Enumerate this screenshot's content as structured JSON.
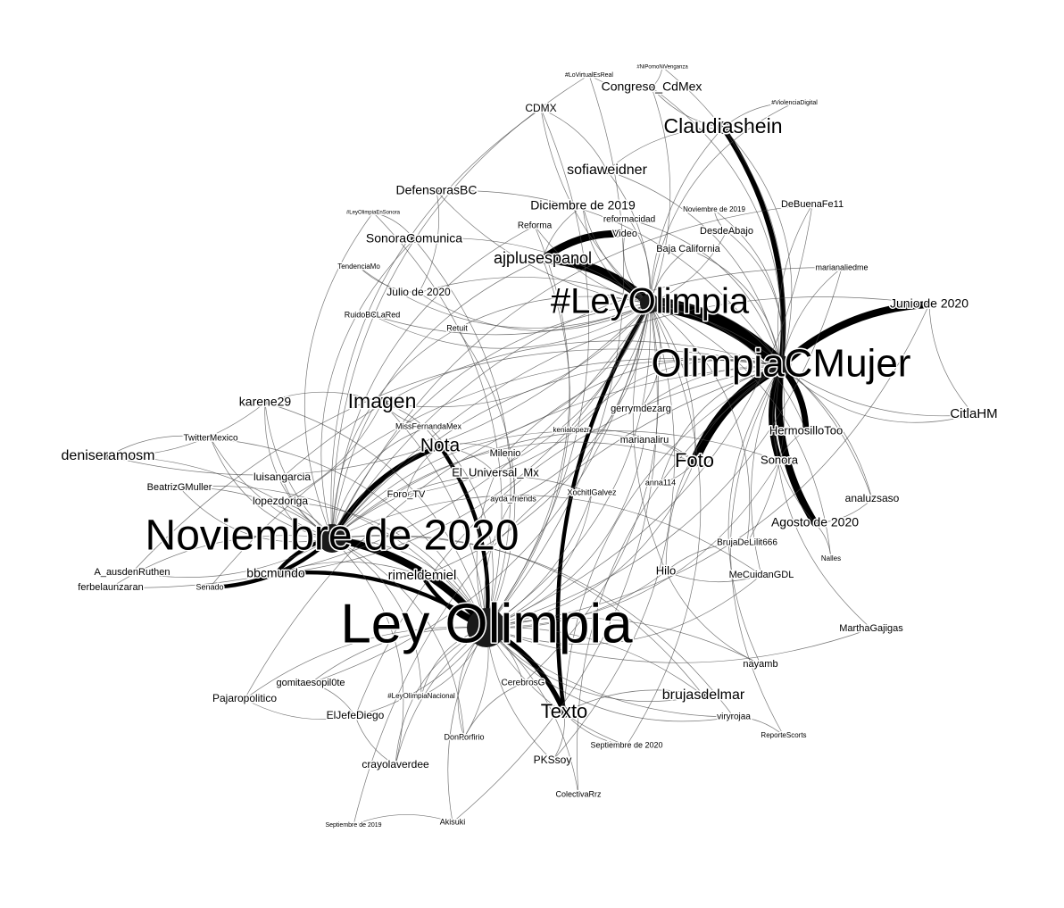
{
  "graph": {
    "nodes": [
      {
        "id": "ley_olimpia",
        "label": "Ley Olimpia",
        "size": 62,
        "r": 22
      },
      {
        "id": "noviembre_2020",
        "label": "Noviembre de 2020",
        "size": 48,
        "r": 16
      },
      {
        "id": "olimpiac",
        "label": "OlimpiaCMujer",
        "size": 44,
        "r": 12
      },
      {
        "id": "hash_ley",
        "label": "#LeyOlimpia",
        "size": 40,
        "r": 11
      },
      {
        "id": "claudia",
        "label": "Claudiashein",
        "size": 23,
        "r": 7
      },
      {
        "id": "imagen",
        "label": "Imagen",
        "size": 23,
        "r": 6
      },
      {
        "id": "foto",
        "label": "Foto",
        "size": 22,
        "r": 6
      },
      {
        "id": "texto",
        "label": "Texto",
        "size": 22,
        "r": 6
      },
      {
        "id": "nota",
        "label": "Nota",
        "size": 21,
        "r": 5
      },
      {
        "id": "ajplus",
        "label": "ajplusespanol",
        "size": 18,
        "r": 5
      },
      {
        "id": "sofia",
        "label": "sofiaweidner",
        "size": 16,
        "r": 4
      },
      {
        "id": "deniseramosm",
        "label": "deniseramosm",
        "size": 16,
        "r": 4
      },
      {
        "id": "brujasdelmar",
        "label": "brujasdelmar",
        "size": 16,
        "r": 4
      },
      {
        "id": "citlahm",
        "label": "CitlaHM",
        "size": 15,
        "r": 4
      },
      {
        "id": "rimeldemiel",
        "label": "rimeldemiel",
        "size": 15,
        "r": 4
      },
      {
        "id": "junio2020",
        "label": "Junio de 2020",
        "size": 14,
        "r": 4
      },
      {
        "id": "congreso",
        "label": "Congreso_CdMex",
        "size": 14,
        "r": 4
      },
      {
        "id": "bbcmundo",
        "label": "bbcmundo",
        "size": 14,
        "r": 4
      },
      {
        "id": "karene29",
        "label": "karene29",
        "size": 14,
        "r": 3
      },
      {
        "id": "agosto2020",
        "label": "Agosto de 2020",
        "size": 14,
        "r": 4
      },
      {
        "id": "diciembre2019",
        "label": "Diciembre de 2019",
        "size": 14,
        "r": 4
      },
      {
        "id": "sonoracomunica",
        "label": "SonoraComunica",
        "size": 14,
        "r": 4
      },
      {
        "id": "defensorasbc",
        "label": "DefensorasBC",
        "size": 14,
        "r": 3
      },
      {
        "id": "hermosillotoo",
        "label": "HermosilloToo",
        "size": 13,
        "r": 3
      },
      {
        "id": "sonora",
        "label": "Sonora",
        "size": 13,
        "r": 3
      },
      {
        "id": "hilo",
        "label": "Hilo",
        "size": 13,
        "r": 3
      },
      {
        "id": "el_universal",
        "label": "El_Universal_Mx",
        "size": 13,
        "r": 3
      },
      {
        "id": "lopezdoriga",
        "label": "lopezdoriga",
        "size": 12,
        "r": 3
      },
      {
        "id": "luisangarcia",
        "label": "luisangarcia",
        "size": 12,
        "r": 3
      },
      {
        "id": "julio2020",
        "label": "Julio de 2020",
        "size": 12,
        "r": 3
      },
      {
        "id": "cdmx",
        "label": "CDMX",
        "size": 12,
        "r": 3
      },
      {
        "id": "pajaropolitico",
        "label": "Pajaropolitico",
        "size": 12,
        "r": 3
      },
      {
        "id": "pkssoy",
        "label": "PKSsoy",
        "size": 12,
        "r": 3
      },
      {
        "id": "crayolaverdee",
        "label": "crayolaverdee",
        "size": 12,
        "r": 3
      },
      {
        "id": "eljefediego",
        "label": "ElJefeDiego",
        "size": 12,
        "r": 3
      },
      {
        "id": "analuzsaso",
        "label": "analuzsaso",
        "size": 12,
        "r": 3
      },
      {
        "id": "debuenafe",
        "label": "DeBuenaFe11",
        "size": 11,
        "r": 3
      },
      {
        "id": "desdeabajo",
        "label": "DesdeAbajo",
        "size": 11,
        "r": 3
      },
      {
        "id": "gerrymdezarg",
        "label": "gerrymdezarg",
        "size": 11,
        "r": 3
      },
      {
        "id": "mecuidangdl",
        "label": "MeCuidanGDL",
        "size": 11,
        "r": 3
      },
      {
        "id": "marthagajigas",
        "label": "MarthaGajigas",
        "size": 11,
        "r": 3
      },
      {
        "id": "gomitaesopil",
        "label": "gomitaesopil0te",
        "size": 11,
        "r": 3
      },
      {
        "id": "beatrizgmuller",
        "label": "BeatrizGMuller",
        "size": 11,
        "r": 3
      },
      {
        "id": "a_ausden",
        "label": "A_ausdenRuthen",
        "size": 11,
        "r": 3
      },
      {
        "id": "ferbelaunzaran",
        "label": "ferbelaunzaran",
        "size": 11,
        "r": 3
      },
      {
        "id": "twittermexico",
        "label": "TwitterMexico",
        "size": 10,
        "r": 3
      },
      {
        "id": "milenio",
        "label": "Milenio",
        "size": 11,
        "r": 3
      },
      {
        "id": "foro_tv",
        "label": "Foro_TV",
        "size": 11,
        "r": 3
      },
      {
        "id": "marianaliru",
        "label": "marianaliru",
        "size": 11,
        "r": 3
      },
      {
        "id": "baja_california",
        "label": "Baja California",
        "size": 11,
        "r": 3
      },
      {
        "id": "video",
        "label": "Video",
        "size": 11,
        "r": 3
      },
      {
        "id": "reforma",
        "label": "Reforma",
        "size": 10,
        "r": 3
      },
      {
        "id": "reformacdad",
        "label": "reformacidad",
        "size": 10,
        "r": 2
      },
      {
        "id": "cerebrosg",
        "label": "CerebrosG",
        "size": 10,
        "r": 3
      },
      {
        "id": "viryrojaa",
        "label": "viryrojaa",
        "size": 10,
        "r": 3
      },
      {
        "id": "nayamb",
        "label": "nayamb",
        "size": 11,
        "r": 3
      },
      {
        "id": "brujadelilit",
        "label": "BrujaDeLilit666",
        "size": 10,
        "r": 3
      },
      {
        "id": "xochitl",
        "label": "XochitlGalvez",
        "size": 9,
        "r": 3
      },
      {
        "id": "anamaria114",
        "label": "anna114",
        "size": 9,
        "r": 3
      },
      {
        "id": "ruidobcla",
        "label": "RuidoBCLaRed",
        "size": 9,
        "r": 3
      },
      {
        "id": "retuit",
        "label": "Retuit",
        "size": 9,
        "r": 3
      },
      {
        "id": "senado",
        "label": "Senado",
        "size": 9,
        "r": 3
      },
      {
        "id": "septiembre2020",
        "label": "Septiembre de 2020",
        "size": 9,
        "r": 3
      },
      {
        "id": "donporfirio",
        "label": "DonPorfirio",
        "size": 9,
        "r": 3
      },
      {
        "id": "colectivarrz",
        "label": "ColectivaRrz",
        "size": 9,
        "r": 3
      },
      {
        "id": "akisuki",
        "label": "Akisuki",
        "size": 9,
        "r": 3
      },
      {
        "id": "missfernanda",
        "label": "MissFernandaMex",
        "size": 9,
        "r": 3
      },
      {
        "id": "kenialopez",
        "label": "kenialopezr",
        "size": 8,
        "r": 2
      },
      {
        "id": "aydafriends",
        "label": "ayda_friends",
        "size": 9,
        "r": 3
      },
      {
        "id": "marianaliedme",
        "label": "marianaliedme",
        "size": 9,
        "r": 3
      },
      {
        "id": "noviembre2019",
        "label": "Noviembre de 2019",
        "size": 8,
        "r": 2
      },
      {
        "id": "tendenciomo",
        "label": "TendenciaMo",
        "size": 8,
        "r": 2
      },
      {
        "id": "leyolimpianacional",
        "label": "#LeyOlimpiaNacional",
        "size": 8,
        "r": 2
      },
      {
        "id": "reporte",
        "label": "ReporteScorts",
        "size": 8,
        "r": 2
      },
      {
        "id": "nalles",
        "label": "Nalles",
        "size": 8,
        "r": 2
      },
      {
        "id": "leyolimpiasonora",
        "label": "#LeyOlimpiaEnSonora",
        "size": 6,
        "r": 2
      },
      {
        "id": "septiembre2019",
        "label": "Septiembre de 2019",
        "size": 7,
        "r": 2
      },
      {
        "id": "violenciadigital",
        "label": "#ViolenciaDigital",
        "size": 7,
        "r": 2
      },
      {
        "id": "lovirtualesreal",
        "label": "#LoVirtualEsReal",
        "size": 7,
        "r": 2
      },
      {
        "id": "nipornivenganza",
        "label": "#NiPornoNiVenganza",
        "size": 6,
        "r": 2
      }
    ],
    "edges": [
      [
        "ley_olimpia",
        "noviembre_2020",
        5
      ],
      [
        "ley_olimpia",
        "texto",
        3
      ],
      [
        "ley_olimpia",
        "nota",
        2
      ],
      [
        "ley_olimpia",
        "rimeldemiel",
        2
      ],
      [
        "ley_olimpia",
        "bbcmundo",
        2
      ],
      [
        "ley_olimpia",
        "cerebrosg",
        1
      ],
      [
        "ley_olimpia",
        "hilo",
        1
      ],
      [
        "ley_olimpia",
        "el_universal",
        1
      ],
      [
        "ley_olimpia",
        "gomitaesopil",
        1
      ],
      [
        "hash_ley",
        "olimpiac",
        14
      ],
      [
        "hash_ley",
        "ajplus",
        7
      ],
      [
        "ajplus",
        "video",
        5
      ],
      [
        "olimpiac",
        "foto",
        7
      ],
      [
        "olimpiac",
        "junio2020",
        5
      ],
      [
        "olimpiac",
        "agosto2020",
        5
      ],
      [
        "olimpiac",
        "hermosillotoo",
        4
      ],
      [
        "olimpiac",
        "sonora",
        4
      ],
      [
        "claudia",
        "olimpiac",
        3
      ],
      [
        "hash_ley",
        "texto",
        2
      ],
      [
        "noviembre_2020",
        "nota",
        3
      ],
      [
        "noviembre_2020",
        "bbcmundo",
        2
      ],
      [
        "noviembre_2020",
        "senado",
        2
      ],
      [
        "ley_olimpia",
        "imagen",
        1
      ],
      [
        "hash_ley",
        "foto",
        1
      ],
      [
        "hash_ley",
        "hilo",
        1
      ],
      [
        "hash_ley",
        "claudia",
        1
      ],
      [
        "hash_ley",
        "sofia",
        1
      ],
      [
        "hash_ley",
        "diciembre2019",
        1
      ],
      [
        "hash_ley",
        "congreso",
        1
      ],
      [
        "hash_ley",
        "cdmx",
        1
      ],
      [
        "hash_ley",
        "desdeabajo",
        1
      ],
      [
        "hash_ley",
        "baja_california",
        1
      ],
      [
        "hash_ley",
        "reformacdad",
        1
      ],
      [
        "olimpiac",
        "debuenafe",
        1
      ],
      [
        "olimpiac",
        "citlahm",
        1
      ],
      [
        "olimpiac",
        "marianaliedme",
        1
      ],
      [
        "olimpiac",
        "gerrymdezarg",
        1
      ],
      [
        "olimpiac",
        "analuzsaso",
        1
      ],
      [
        "olimpiac",
        "mecuidangdl",
        1
      ],
      [
        "olimpiac",
        "brujadelilit",
        1
      ],
      [
        "foto",
        "marianaliru",
        1
      ],
      [
        "foto",
        "anamaria114",
        1
      ],
      [
        "imagen",
        "karene29",
        1
      ],
      [
        "imagen",
        "nota",
        1
      ],
      [
        "imagen",
        "missfernanda",
        1
      ],
      [
        "nota",
        "milenio",
        1
      ],
      [
        "nota",
        "foro_tv",
        1
      ],
      [
        "nota",
        "el_universal",
        1
      ],
      [
        "noviembre_2020",
        "lopezdoriga",
        1
      ],
      [
        "noviembre_2020",
        "luisangarcia",
        1
      ],
      [
        "noviembre_2020",
        "beatrizgmuller",
        1
      ],
      [
        "noviembre_2020",
        "twittermexico",
        1
      ],
      [
        "noviembre_2020",
        "deniseramosm",
        1
      ],
      [
        "noviembre_2020",
        "a_ausden",
        1
      ],
      [
        "noviembre_2020",
        "ferbelaunzaran",
        1
      ],
      [
        "noviembre_2020",
        "karene29",
        1
      ],
      [
        "ley_olimpia",
        "pajaropolitico",
        1
      ],
      [
        "ley_olimpia",
        "eljefediego",
        1
      ],
      [
        "ley_olimpia",
        "crayolaverdee",
        1
      ],
      [
        "ley_olimpia",
        "donporfirio",
        1
      ],
      [
        "ley_olimpia",
        "pkssoy",
        1
      ],
      [
        "ley_olimpia",
        "colectivarrz",
        1
      ],
      [
        "ley_olimpia",
        "akisuki",
        1
      ],
      [
        "ley_olimpia",
        "brujasdelmar",
        1
      ],
      [
        "ley_olimpia",
        "viryrojaa",
        1
      ],
      [
        "ley_olimpia",
        "nayamb",
        1
      ],
      [
        "ley_olimpia",
        "septiembre2020",
        1
      ],
      [
        "ley_olimpia",
        "leyolimpianacional",
        1
      ],
      [
        "ley_olimpia",
        "xochitl",
        1
      ],
      [
        "ley_olimpia",
        "aydafriends",
        1
      ],
      [
        "ley_olimpia",
        "marthagajigas",
        1
      ],
      [
        "texto",
        "brujasdelmar",
        1
      ],
      [
        "texto",
        "septiembre2020",
        1
      ],
      [
        "texto",
        "pkssoy",
        1
      ],
      [
        "hilo",
        "mecuidangdl",
        1
      ],
      [
        "hilo",
        "brujadelilit",
        1
      ],
      [
        "hilo",
        "nayamb",
        1
      ],
      [
        "sonoracomunica",
        "hash_ley",
        1
      ],
      [
        "defensorasbc",
        "hash_ley",
        1
      ],
      [
        "julio2020",
        "hash_ley",
        1
      ],
      [
        "ruidobcla",
        "hash_ley",
        1
      ],
      [
        "retuit",
        "hash_ley",
        1
      ],
      [
        "reforma",
        "hash_ley",
        1
      ],
      [
        "sofia",
        "claudia",
        1
      ],
      [
        "congreso",
        "claudia",
        1
      ],
      [
        "cdmx",
        "sofia",
        1
      ],
      [
        "diciembre2019",
        "ajplus",
        1
      ],
      [
        "kenialopez",
        "foto",
        1
      ],
      [
        "hermosillotoo",
        "sonora",
        1
      ],
      [
        "agosto2020",
        "nalles",
        1
      ],
      [
        "agosto2020",
        "analuzsaso",
        1
      ],
      [
        "citlahm",
        "junio2020",
        1
      ],
      [
        "sonoracomunica",
        "leyolimpiasonora",
        1
      ],
      [
        "defensorasbc",
        "julio2020",
        1
      ],
      [
        "tendenciomo",
        "julio2020",
        1
      ],
      [
        "congreso",
        "lovirtualesreal",
        1
      ],
      [
        "congreso",
        "nipornivenganza",
        1
      ],
      [
        "claudia",
        "violenciadigital",
        1
      ],
      [
        "noviembre2019",
        "desdeabajo",
        1
      ],
      [
        "septiembre2019",
        "akisuki",
        1
      ],
      [
        "reporte",
        "viryrojaa",
        1
      ],
      [
        "karene29",
        "deniseramosm",
        1
      ],
      [
        "twittermexico",
        "deniseramosm",
        1
      ],
      [
        "imagen",
        "lopezdoriga",
        1
      ],
      [
        "rimeldemiel",
        "bbcmundo",
        1
      ],
      [
        "gomitaesopil",
        "eljefediego",
        1
      ],
      [
        "pajaropolitico",
        "eljefediego",
        1
      ],
      [
        "crayolaverdee",
        "eljefediego",
        1
      ],
      [
        "cerebrosg",
        "donporfirio",
        1
      ],
      [
        "milenio",
        "aydafriends",
        1
      ]
    ]
  }
}
